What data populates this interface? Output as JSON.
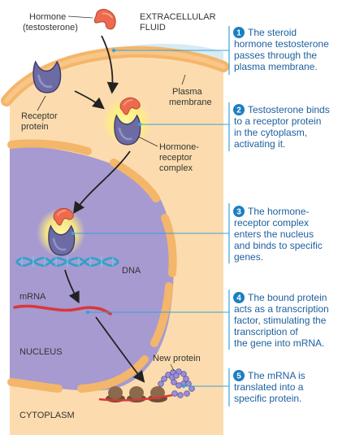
{
  "labels": {
    "hormone_line1": "Hormone",
    "hormone_line2": "(testosterone)",
    "extracellular_line1": "EXTRACELLULAR",
    "extracellular_line2": "FLUID",
    "plasma_line1": "Plasma",
    "plasma_line2": "membrane",
    "receptor_line1": "Receptor",
    "receptor_line2": "protein",
    "complex_line1": "Hormone-",
    "complex_line2": "receptor",
    "complex_line3": "complex",
    "dna": "DNA",
    "mrna": "mRNA",
    "nucleus": "NUCLEUS",
    "new_protein": "New protein",
    "cytoplasm": "CYTOPLASM"
  },
  "steps": [
    {
      "number": "1",
      "lines": [
        "The steroid",
        "hormone testosterone",
        "passes through the",
        "plasma membrane."
      ]
    },
    {
      "number": "2",
      "lines": [
        "Testosterone binds",
        "to a receptor protein",
        "in the cytoplasm,",
        "activating it."
      ]
    },
    {
      "number": "3",
      "lines": [
        "The hormone-",
        "receptor complex",
        "enters the nucleus",
        "and binds to specific",
        "genes."
      ]
    },
    {
      "number": "4",
      "lines": [
        "The bound protein",
        "acts as a transcription",
        "factor, stimulating the",
        "transcription of",
        "the gene into mRNA."
      ]
    },
    {
      "number": "5",
      "lines": [
        "The mRNA is",
        "translated into a",
        "specific protein."
      ]
    }
  ],
  "colors": {
    "extracellular": "#ffffff",
    "extracellular_band": "#d4e9f2",
    "membrane": "#f4b66a",
    "cytoplasm": "#fcdcae",
    "nucleus": "#a79ad0",
    "hormone": "#ee6a4e",
    "receptor": "#6c6ba3",
    "step_blue": "#1b7fc2",
    "leader_line": "#3aa0d8",
    "mrna": "#d9383a",
    "ribosome": "#8b6a4b",
    "protein_bead": "#9a8fd6"
  }
}
